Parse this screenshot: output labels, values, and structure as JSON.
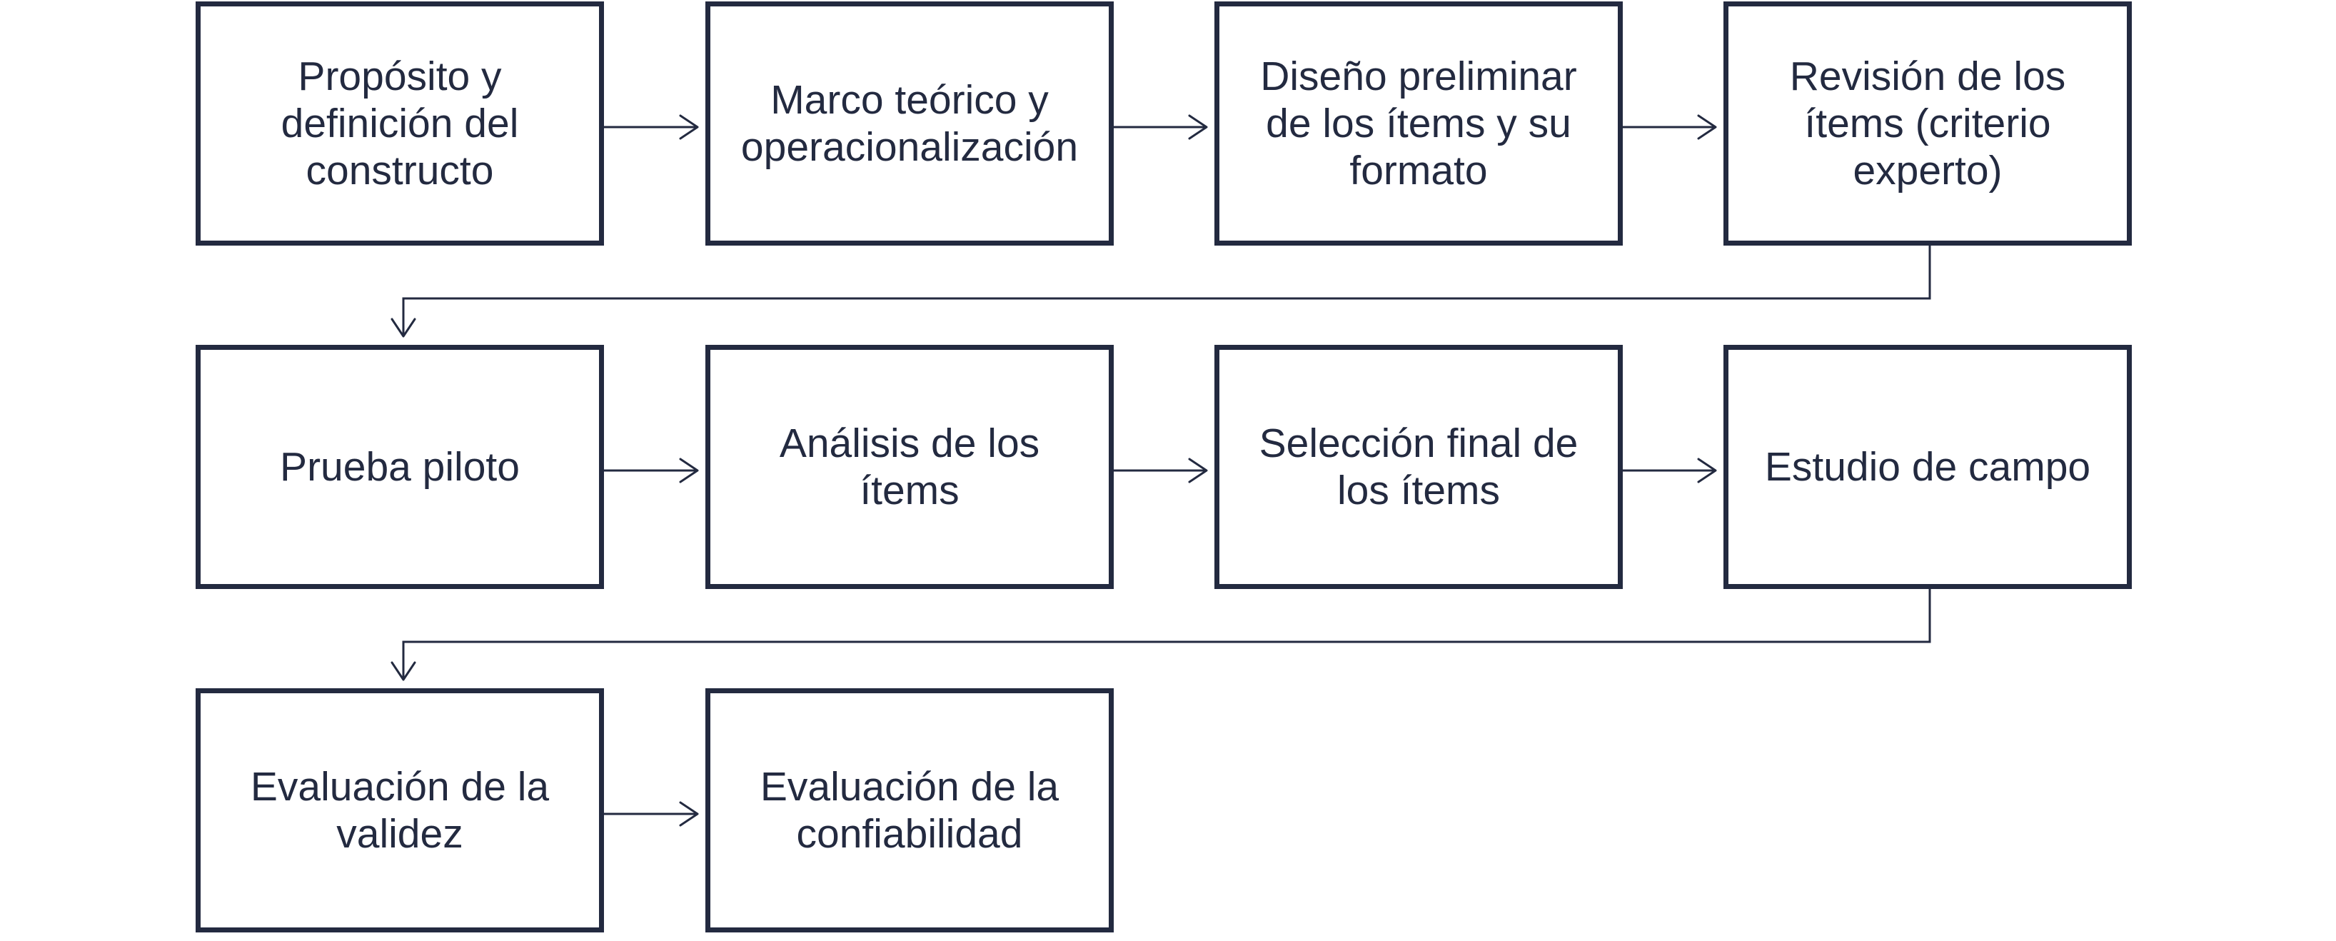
{
  "colors": {
    "ink": "#232a40",
    "background": "#ffffff"
  },
  "flowchart": {
    "steps": [
      {
        "label": "Propósito y\ndefinición del\nconstructo"
      },
      {
        "label": "Marco teórico y\noperacionalización"
      },
      {
        "label": "Diseño preliminar\nde los ítems y su\nformato"
      },
      {
        "label": "Revisión de los\nítems (criterio\nexperto)"
      },
      {
        "label": "Prueba piloto"
      },
      {
        "label": "Análisis de los\nítems"
      },
      {
        "label": "Selección final de\nlos ítems"
      },
      {
        "label": "Estudio de campo"
      },
      {
        "label": "Evaluación de la\nvalidez"
      },
      {
        "label": "Evaluación de la\nconfiabilidad"
      }
    ]
  }
}
